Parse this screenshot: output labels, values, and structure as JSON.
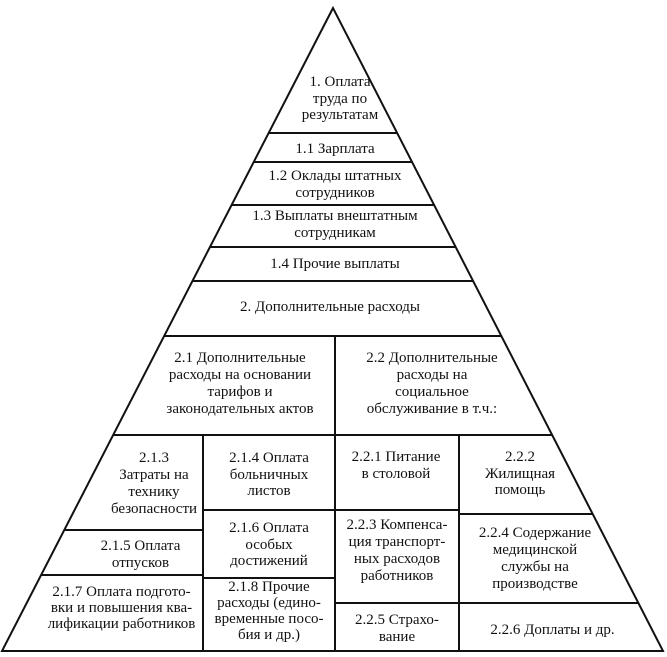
{
  "levels": {
    "l1": "1. Оплата\nтруда по\nрезультатам",
    "l1_1": "1.1 Зарплата",
    "l1_2": "1.2 Оклады штатных\nсотрудников",
    "l1_3": "1.3 Выплаты внештатным\nсотрудникам",
    "l1_4": "1.4 Прочие выплаты",
    "l2": "2. Дополнительные расходы",
    "l2_1": "2.1 Дополнительные\nрасходы на основании\nтарифов и\nзаконодательных актов",
    "l2_2": "2.2 Дополнительные\nрасходы на\nсоциальное\nобслуживание в т.ч.:",
    "l2_1_3": "2.1.3\nЗатраты на\nтехнику\nбезопасности",
    "l2_1_4": "2.1.4 Оплата\nбольничных\nлистов",
    "l2_2_1": "2.2.1 Питание\nв столовой",
    "l2_2_2": "2.2.2\nЖилищная\nпомощь",
    "l2_1_5": "2.1.5 Оплата\nотпусков",
    "l2_1_6": "2.1.6 Оплата\nособых\nдостижений",
    "l2_2_3": "2.2.3 Компенса-\nция транспорт-\nных расходов\nработников",
    "l2_2_4": "2.2.4 Содержание\nмедицинской\nслужбы на\nпроизводстве",
    "l2_1_7": "2.1.7 Оплата подгото-\nвки и повышения ква-\nлификации работников",
    "l2_1_8": "2.1.8 Прочие\nрасходы (едино-\nвременные посо-\nбия и др.)",
    "l2_2_5": "2.2.5 Страхо-\nвание",
    "l2_2_6": "2.2.6 Доплаты и др."
  }
}
